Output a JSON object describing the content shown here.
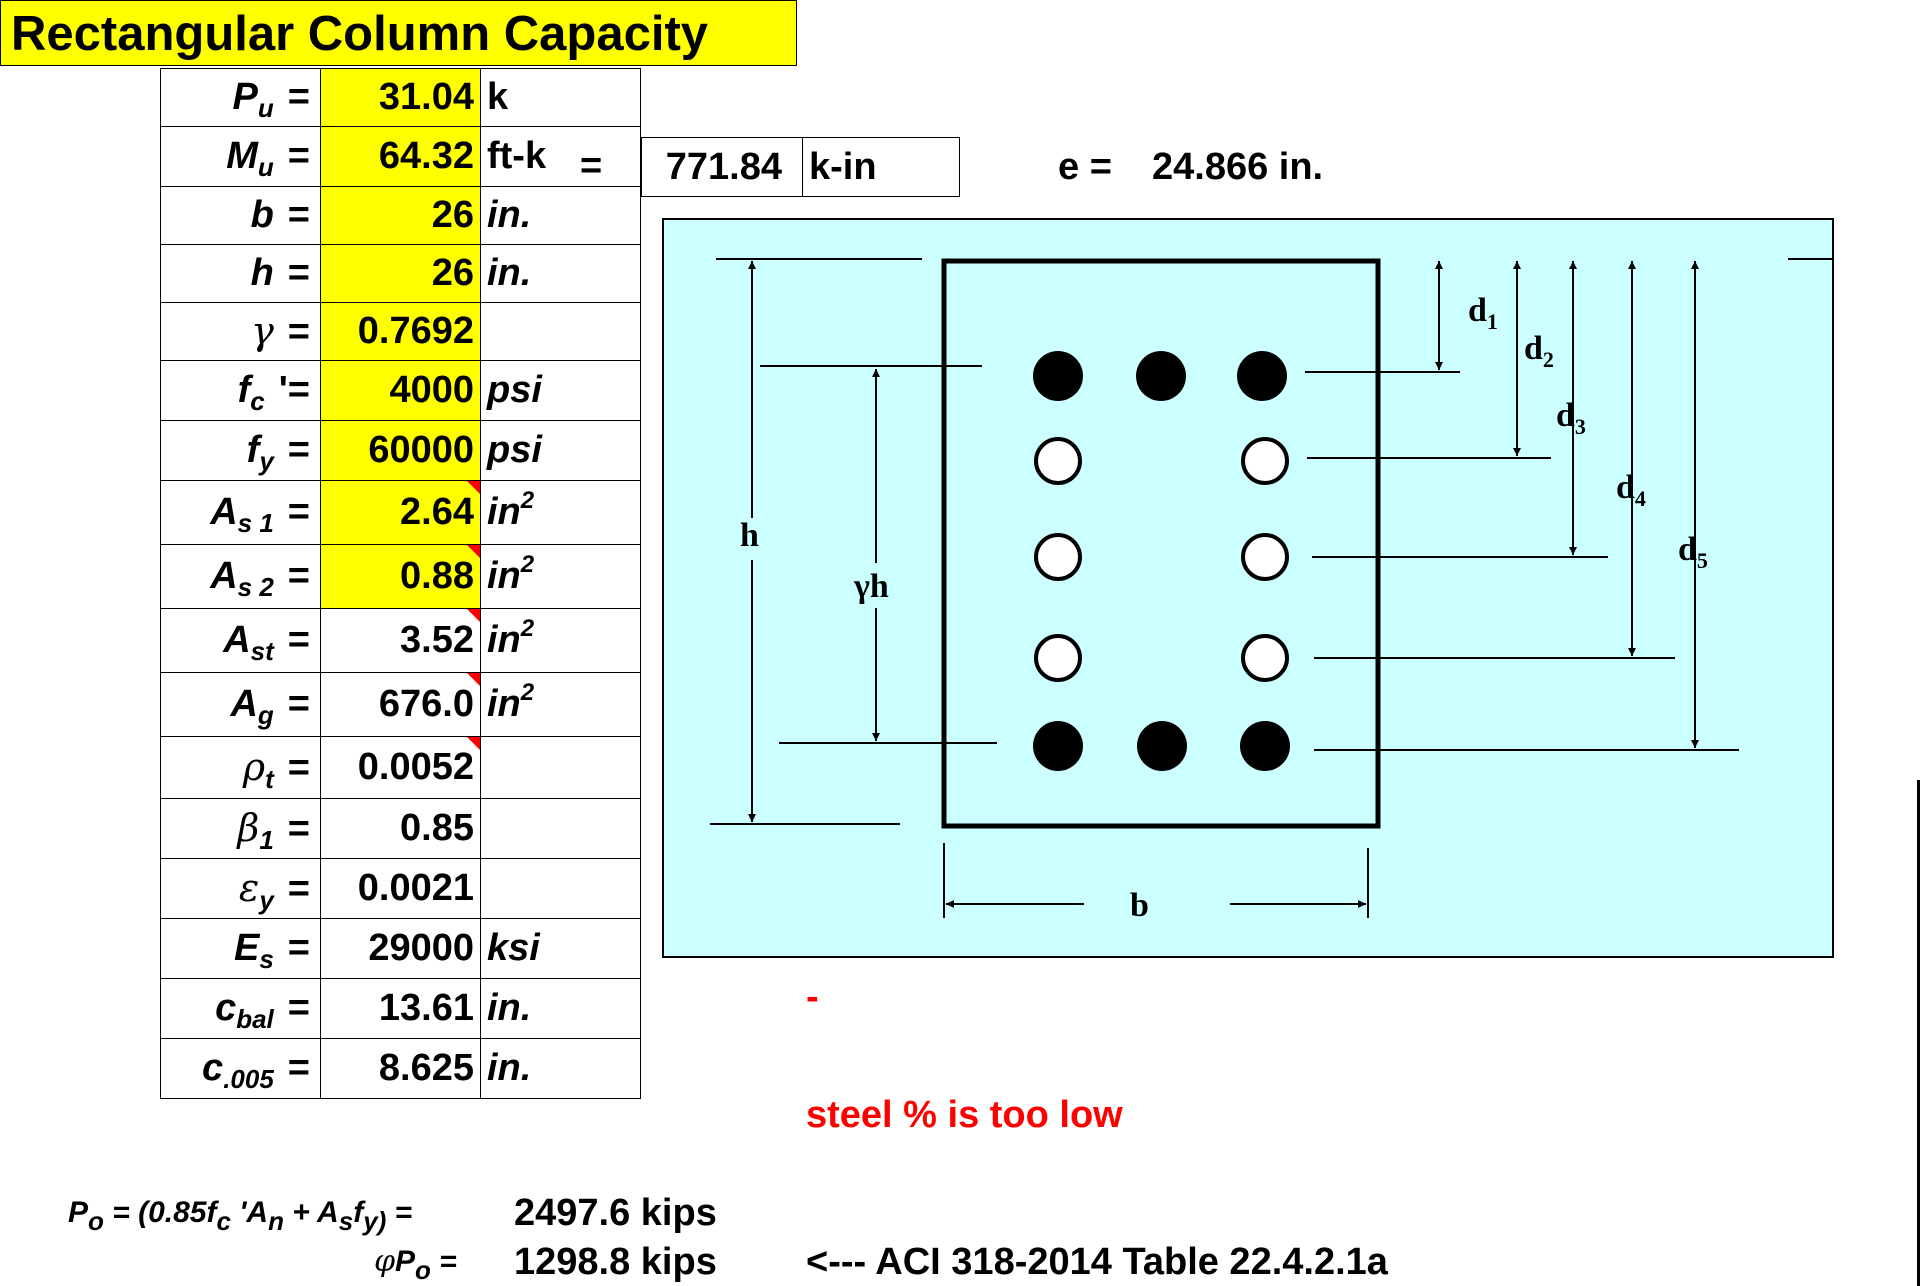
{
  "title": "Rectangular Column Capacity",
  "params": [
    {
      "sym": "P",
      "sub": "u",
      "eq": "=",
      "value": "31.04",
      "unit": "k",
      "unit_italic": false,
      "input": true,
      "marker": false
    },
    {
      "sym": "M",
      "sub": "u",
      "eq": "=",
      "value": "64.32",
      "unit": "ft-k",
      "unit_italic": false,
      "input": true,
      "marker": false
    },
    {
      "sym": "b",
      "sub": "",
      "eq": "=",
      "value": "26",
      "unit": "in.",
      "unit_italic": true,
      "input": true,
      "marker": false
    },
    {
      "sym": "h",
      "sub": "",
      "eq": "=",
      "value": "26",
      "unit": "in.",
      "unit_italic": true,
      "input": true,
      "marker": false
    },
    {
      "sym": "γ",
      "sub": "",
      "eq": "=",
      "value": "0.7692",
      "unit": "",
      "unit_italic": false,
      "input": true,
      "marker": false
    },
    {
      "sym": "f",
      "sub": "c",
      "eq": "'=",
      "value": "4000",
      "unit": "psi",
      "unit_italic": true,
      "input": true,
      "marker": false
    },
    {
      "sym": "f",
      "sub": "y",
      "eq": "=",
      "value": "60000",
      "unit": "psi",
      "unit_italic": true,
      "input": true,
      "marker": false
    },
    {
      "sym": "A",
      "sub": "s 1",
      "eq": "=",
      "value": "2.64",
      "unit": "in",
      "unit_sup": "2",
      "unit_italic": true,
      "input": true,
      "marker": true
    },
    {
      "sym": "A",
      "sub": "s 2",
      "eq": "=",
      "value": "0.88",
      "unit": "in",
      "unit_sup": "2",
      "unit_italic": true,
      "input": true,
      "marker": true
    },
    {
      "sym": "A",
      "sub": "st",
      "eq": "=",
      "value": "3.52",
      "unit": "in",
      "unit_sup": "2",
      "unit_italic": true,
      "input": false,
      "marker": true
    },
    {
      "sym": "A",
      "sub": "g",
      "eq": "=",
      "value": "676.0",
      "unit": "in",
      "unit_sup": "2",
      "unit_italic": true,
      "input": false,
      "marker": true
    },
    {
      "sym": "ρ",
      "sub": "t",
      "eq": "=",
      "value": "0.0052",
      "unit": "",
      "unit_italic": false,
      "input": false,
      "marker": true
    },
    {
      "sym": "β",
      "sub": "1",
      "eq": "=",
      "value": "0.85",
      "unit": "",
      "unit_italic": false,
      "input": false,
      "marker": false
    },
    {
      "sym": "ε",
      "sub": "y",
      "eq": "=",
      "value": "0.0021",
      "unit": "",
      "unit_italic": false,
      "input": false,
      "marker": false
    },
    {
      "sym": "E",
      "sub": "s",
      "eq": "=",
      "value": "29000",
      "unit": "ksi",
      "unit_italic": true,
      "input": false,
      "marker": false
    },
    {
      "sym": "c",
      "sub": "bal",
      "eq": "=",
      "value": "13.61",
      "unit": "in.",
      "unit_italic": true,
      "input": false,
      "marker": false
    },
    {
      "sym": "c",
      "sub": ".005",
      "eq": "=",
      "value": "8.625",
      "unit": "in.",
      "unit_italic": true,
      "input": false,
      "marker": false
    }
  ],
  "moment_conv": {
    "eq": "=",
    "value": "771.84",
    "unit": "k-in"
  },
  "eccentricity": {
    "label": "e =",
    "value": "24.866 in."
  },
  "dash_note": "-",
  "warning": "steel % is too low",
  "po_formula": {
    "P": "P",
    "P_sub": "o",
    "part1": " = (0.85f",
    "c_sub": "c",
    "part2": " 'A",
    "n_sub": "n",
    "part3": " + A",
    "s_sub": "s",
    "part4": "f",
    "y_sub": "y)",
    "part5": " =",
    "value": "2497.6 kips"
  },
  "phi_po": {
    "phi": "φ",
    "P": "P",
    "P_sub": "o",
    "eq": " =",
    "value": "1298.8 kips",
    "reference": "<--- ACI 318-2014 Table 22.4.2.1a"
  },
  "diagram": {
    "bg_color": "#ccffff",
    "labels": {
      "h": "h",
      "gamma_h": "γh",
      "b": "b",
      "d": "d",
      "d1": "1",
      "d2": "2",
      "d3": "3",
      "d4": "4",
      "d5": "5"
    }
  }
}
